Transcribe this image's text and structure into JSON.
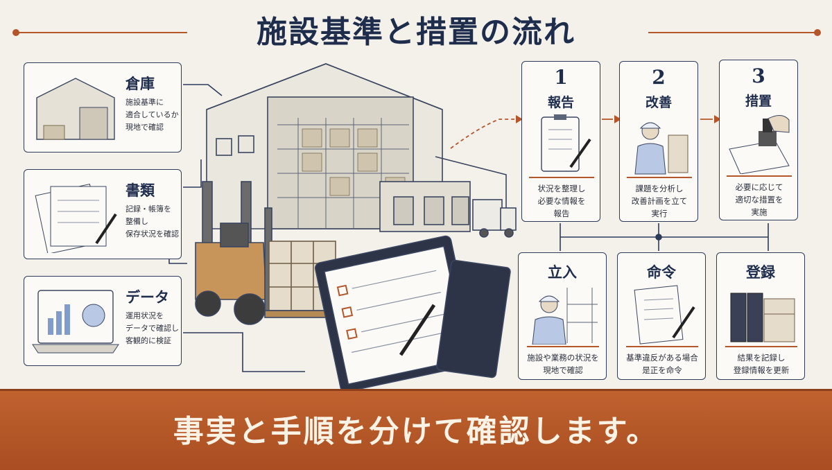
{
  "title": "施設基準と措置の流れ",
  "footer": "事実と手順を分けて確認します。",
  "left_cards": [
    {
      "title": "倉庫",
      "desc": "施設基準に\n適合しているか\n現地で確認"
    },
    {
      "title": "書類",
      "desc": "記録・帳簿を\n整備し\n保存状況を確認"
    },
    {
      "title": "データ",
      "desc": "運用状況を\nデータで確認し\n客観的に検証"
    }
  ],
  "steps": [
    {
      "num": "1",
      "title": "報告",
      "desc": "状況を整理し\n必要な情報を\n報告"
    },
    {
      "num": "2",
      "title": "改善",
      "desc": "課題を分析し\n改善計画を立て\n実行"
    },
    {
      "num": "3",
      "title": "措置",
      "desc": "必要に応じて\n適切な措置を\n実施"
    }
  ],
  "bottom_cards": [
    {
      "title": "立入",
      "desc": "施設や業務の状況を\n現地で確認"
    },
    {
      "title": "命令",
      "desc": "基準違反がある場合\n是正を命令"
    },
    {
      "title": "登録",
      "desc": "結果を記録し\n登録情報を更新"
    }
  ],
  "colors": {
    "navy": "#1f2d4d",
    "accent": "#b5562a",
    "paper": "#f4f1ea"
  }
}
